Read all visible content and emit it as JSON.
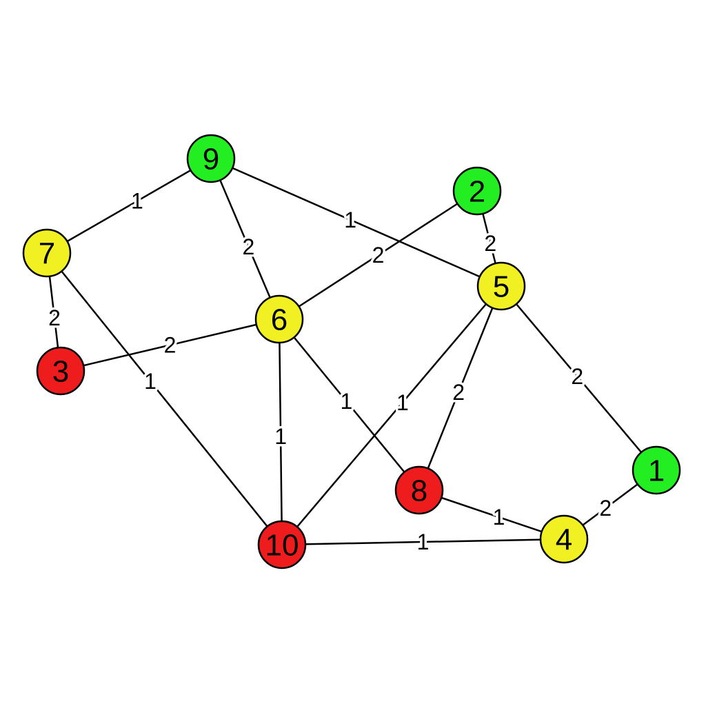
{
  "colors": {
    "green": "#22ee22",
    "yellow": "#f0f022",
    "red": "#ee1c1c",
    "stroke": "#000000",
    "background": "#ffffff"
  },
  "nodes": [
    {
      "id": "1",
      "label": "1",
      "color": "green"
    },
    {
      "id": "2",
      "label": "2",
      "color": "green"
    },
    {
      "id": "3",
      "label": "3",
      "color": "red"
    },
    {
      "id": "4",
      "label": "4",
      "color": "yellow"
    },
    {
      "id": "5",
      "label": "5",
      "color": "yellow"
    },
    {
      "id": "6",
      "label": "6",
      "color": "yellow"
    },
    {
      "id": "7",
      "label": "7",
      "color": "yellow"
    },
    {
      "id": "8",
      "label": "8",
      "color": "red"
    },
    {
      "id": "9",
      "label": "9",
      "color": "green"
    },
    {
      "id": "10",
      "label": "10",
      "color": "red"
    }
  ],
  "edges": [
    {
      "source": "9",
      "target": "7",
      "weight": "1"
    },
    {
      "source": "9",
      "target": "6",
      "weight": "2"
    },
    {
      "source": "9",
      "target": "5",
      "weight": "1"
    },
    {
      "source": "2",
      "target": "6",
      "weight": "2"
    },
    {
      "source": "2",
      "target": "5",
      "weight": "2"
    },
    {
      "source": "7",
      "target": "3",
      "weight": "2"
    },
    {
      "source": "7",
      "target": "10",
      "weight": "1"
    },
    {
      "source": "6",
      "target": "3",
      "weight": "2"
    },
    {
      "source": "6",
      "target": "10",
      "weight": "1"
    },
    {
      "source": "6",
      "target": "8",
      "weight": "1"
    },
    {
      "source": "5",
      "target": "10",
      "weight": "1"
    },
    {
      "source": "5",
      "target": "8",
      "weight": "2"
    },
    {
      "source": "5",
      "target": "1",
      "weight": "2"
    },
    {
      "source": "8",
      "target": "4",
      "weight": "1"
    },
    {
      "source": "10",
      "target": "4",
      "weight": "1"
    },
    {
      "source": "4",
      "target": "1",
      "weight": "2"
    }
  ]
}
